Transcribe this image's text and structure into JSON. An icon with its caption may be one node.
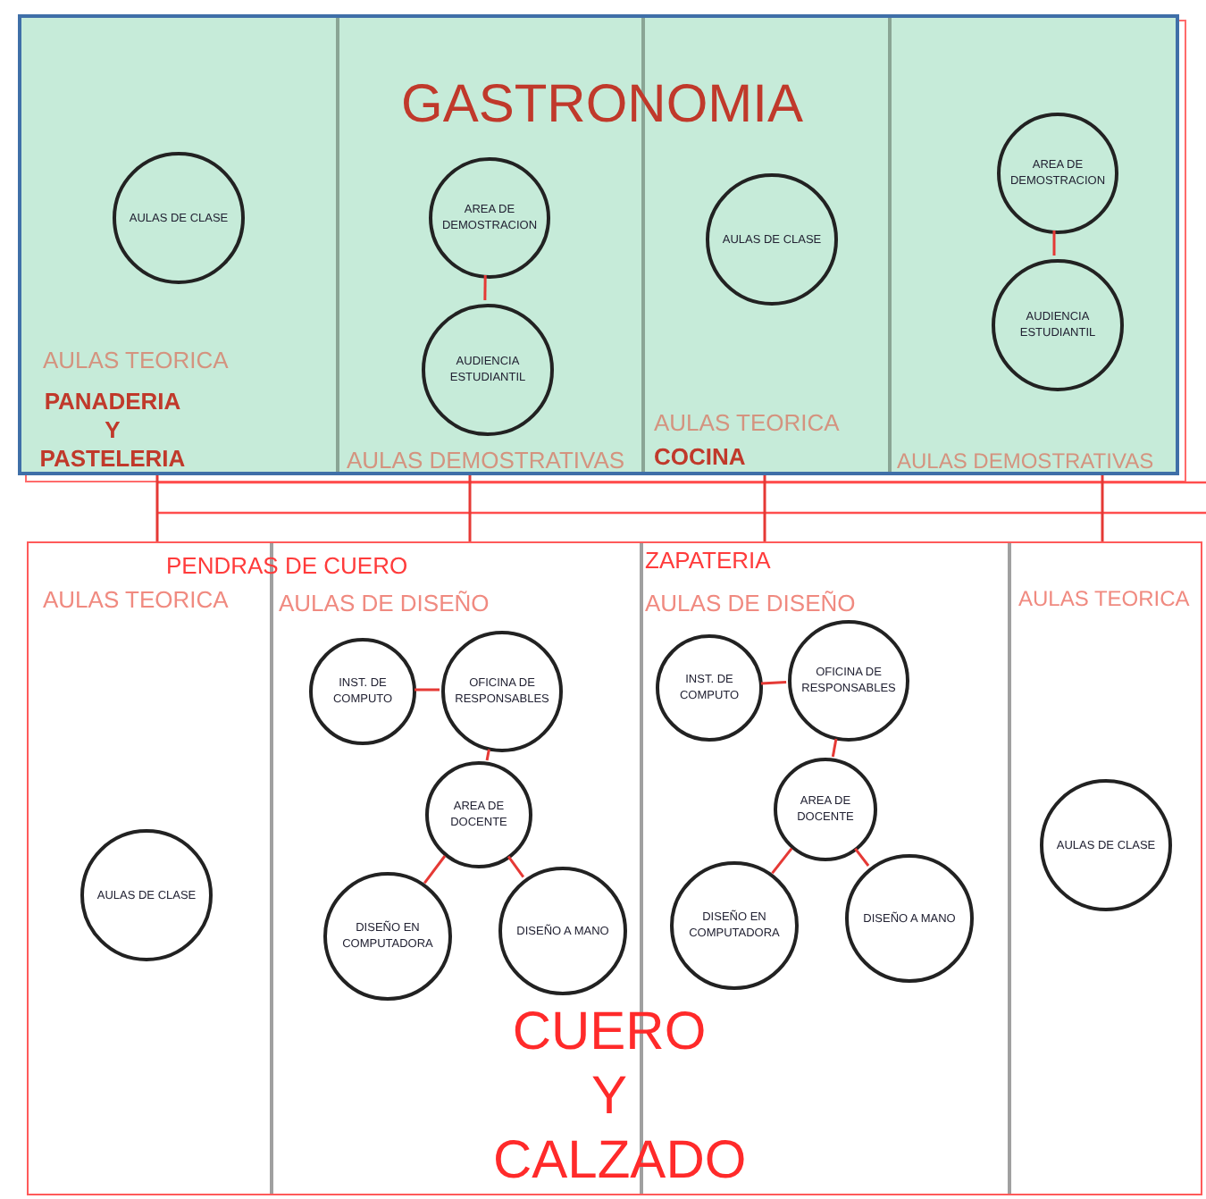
{
  "diagram": {
    "nodes": [
      {
        "text": [
          "GASTRONOMIA",
          "AULAS TEORICA",
          "PANADERIA Y PASTELERIA",
          "AULAS DEMOSTRATIVAS",
          "AULAS TEORICA",
          "COCINA",
          "AULAS DEMOSTRATIVAS"
        ]
      },
      {
        "text": [
          "AULAS DE CLASE"
        ],
        "in": 0
      },
      {
        "text": [
          "AREA DE DEMOSTRACION"
        ],
        "in": 0
      },
      {
        "text": [
          "AUDIENCIA ESTUDIANTIL"
        ],
        "in": 0
      },
      {
        "text": [
          "AULAS DE CLASE"
        ],
        "in": 0
      },
      {
        "text": [
          "AREA DE DEMOSTRACION"
        ],
        "in": 0
      },
      {
        "text": [
          "AUDIENCIA ESTUDIANTIL"
        ],
        "in": 0
      },
      {
        "text": [
          "CUERO Y CALZADO",
          "PENDRAS DE CUERO",
          "AULAS TEORICA",
          "AULAS DE DISEÑO",
          "ZAPATERIA",
          "AULAS DE DISEÑO",
          "AULAS TEORICA"
        ]
      },
      {
        "text": [
          "AULAS DE CLASE"
        ],
        "in": 7
      },
      {
        "text": [
          "INST. DE COMPUTO"
        ],
        "in": 7
      },
      {
        "text": [
          "OFICINA DE RESPONSABLES"
        ],
        "in": 7
      },
      {
        "text": [
          "AREA DE DOCENTE"
        ],
        "in": 7
      },
      {
        "text": [
          "DISEÑO EN COMPUTADORA"
        ],
        "in": 7
      },
      {
        "text": [
          "DISEÑO A MANO"
        ],
        "in": 7
      },
      {
        "text": [
          "INST. DE COMPUTO"
        ],
        "in": 7
      },
      {
        "text": [
          "OFICINA DE RESPONSABLES"
        ],
        "in": 7
      },
      {
        "text": [
          "AREA DE DOCENTE"
        ],
        "in": 7
      },
      {
        "text": [
          "DISEÑO EN COMPUTADORA"
        ],
        "in": 7
      },
      {
        "text": [
          "DISEÑO A MANO"
        ],
        "in": 7
      },
      {
        "text": [
          "AULAS DE CLASE"
        ],
        "in": 7
      }
    ],
    "edges": [
      {
        "from": 2,
        "to": 3,
        "arrow": "none"
      },
      {
        "from": 5,
        "to": 6,
        "arrow": "none"
      },
      {
        "from": 9,
        "to": 10,
        "arrow": "none"
      },
      {
        "from": 10,
        "to": 11,
        "arrow": "none"
      },
      {
        "from": 11,
        "to": 12,
        "arrow": "none"
      },
      {
        "from": 11,
        "to": 13,
        "arrow": "none"
      },
      {
        "from": 14,
        "to": 15,
        "arrow": "none"
      },
      {
        "from": 15,
        "to": 16,
        "arrow": "none"
      },
      {
        "from": 16,
        "to": 17,
        "arrow": "none"
      },
      {
        "from": 16,
        "to": 18,
        "arrow": "none"
      },
      {
        "from": 0,
        "to": 7,
        "arrow": "none"
      },
      {
        "from": 0,
        "to": 7,
        "arrow": "none"
      },
      {
        "from": 0,
        "to": 7,
        "arrow": "none"
      },
      {
        "from": 0,
        "to": 7,
        "arrow": "none"
      }
    ]
  }
}
